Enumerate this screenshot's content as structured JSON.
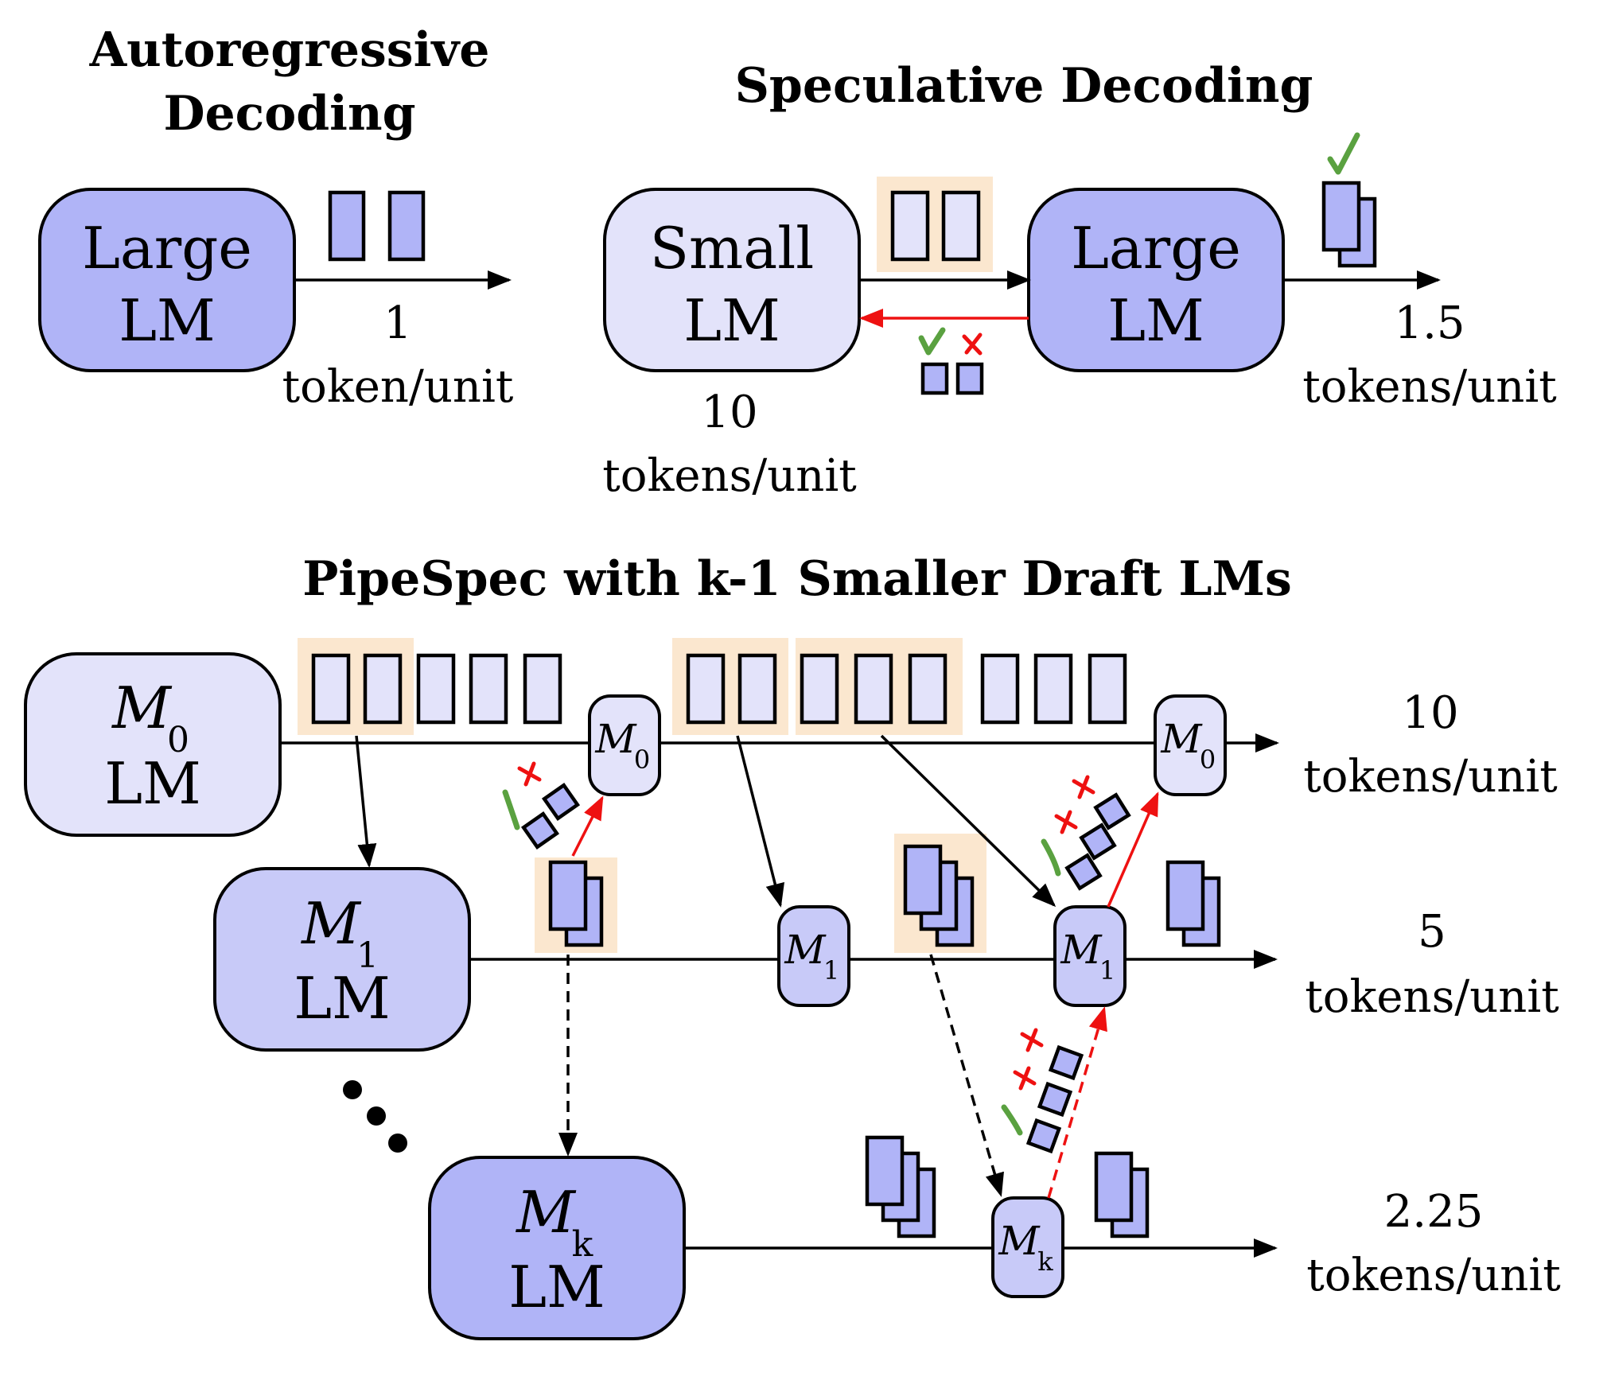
{
  "titles": {
    "autoregressive_line1": "Autoregressive",
    "autoregressive_line2": "Decoding",
    "speculative": "Speculative Decoding",
    "pipespec": "PipeSpec with k-1 Smaller Draft LMs"
  },
  "models": {
    "large": {
      "line1": "Large",
      "line2": "LM"
    },
    "small": {
      "line1": "Small",
      "line2": "LM"
    },
    "lm_suffix": "LM",
    "m_symbol": "M",
    "sub_0": "0",
    "sub_1": "1",
    "sub_k": "k"
  },
  "rates": {
    "autoregressive": {
      "value": "1",
      "unit": "token/unit"
    },
    "spec_small": {
      "value": "10",
      "unit": "tokens/unit"
    },
    "spec_large": {
      "value": "1.5",
      "unit": "tokens/unit"
    },
    "pipe_m0": {
      "value": "10",
      "unit": "tokens/unit"
    },
    "pipe_m1": {
      "value": "5",
      "unit": "tokens/unit"
    },
    "pipe_mk": {
      "value": "2.25",
      "unit": "tokens/unit"
    }
  },
  "colors": {
    "large_fill": "#b0b4f7",
    "small_fill": "#e3e3fa",
    "m1_fill": "#c8caf8",
    "token_fill": "#b0b4f7",
    "token_light_fill": "#e3e3fa",
    "highlight": "#fbe7cf",
    "reject": "#ee1111",
    "accept": "#5aa140"
  },
  "icons": [
    "check-icon",
    "cross-icon",
    "arrow-icon",
    "ellipsis-dots-icon"
  ]
}
